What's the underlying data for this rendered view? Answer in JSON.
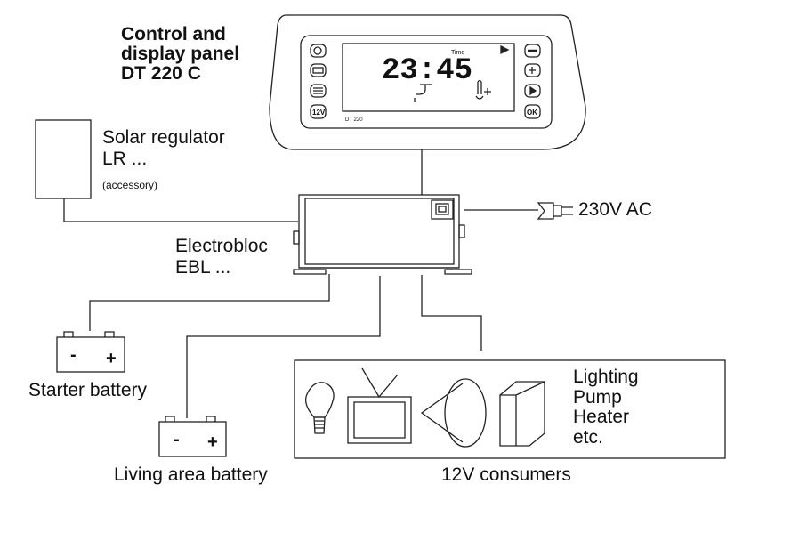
{
  "control_panel": {
    "title_lines": [
      "Control and",
      "display panel",
      "DT 220 C"
    ],
    "display_time": "23:45",
    "display_time_label": "Time",
    "panel_model": "DT 220",
    "button_12v": "12V",
    "button_ok": "OK"
  },
  "solar_regulator": {
    "lines": [
      "Solar regulator",
      "LR ..."
    ],
    "note": "(accessory)"
  },
  "electrobloc": {
    "lines": [
      "Electrobloc",
      "EBL ..."
    ]
  },
  "mains": {
    "label": "230V AC"
  },
  "starter_battery": {
    "label": "Starter battery",
    "minus": "-",
    "plus": "+"
  },
  "living_battery": {
    "label": "Living area battery",
    "minus": "-",
    "plus": "+"
  },
  "consumers": {
    "title": "12V consumers",
    "items": [
      "Lighting",
      "Pump",
      "Heater",
      "etc."
    ]
  }
}
